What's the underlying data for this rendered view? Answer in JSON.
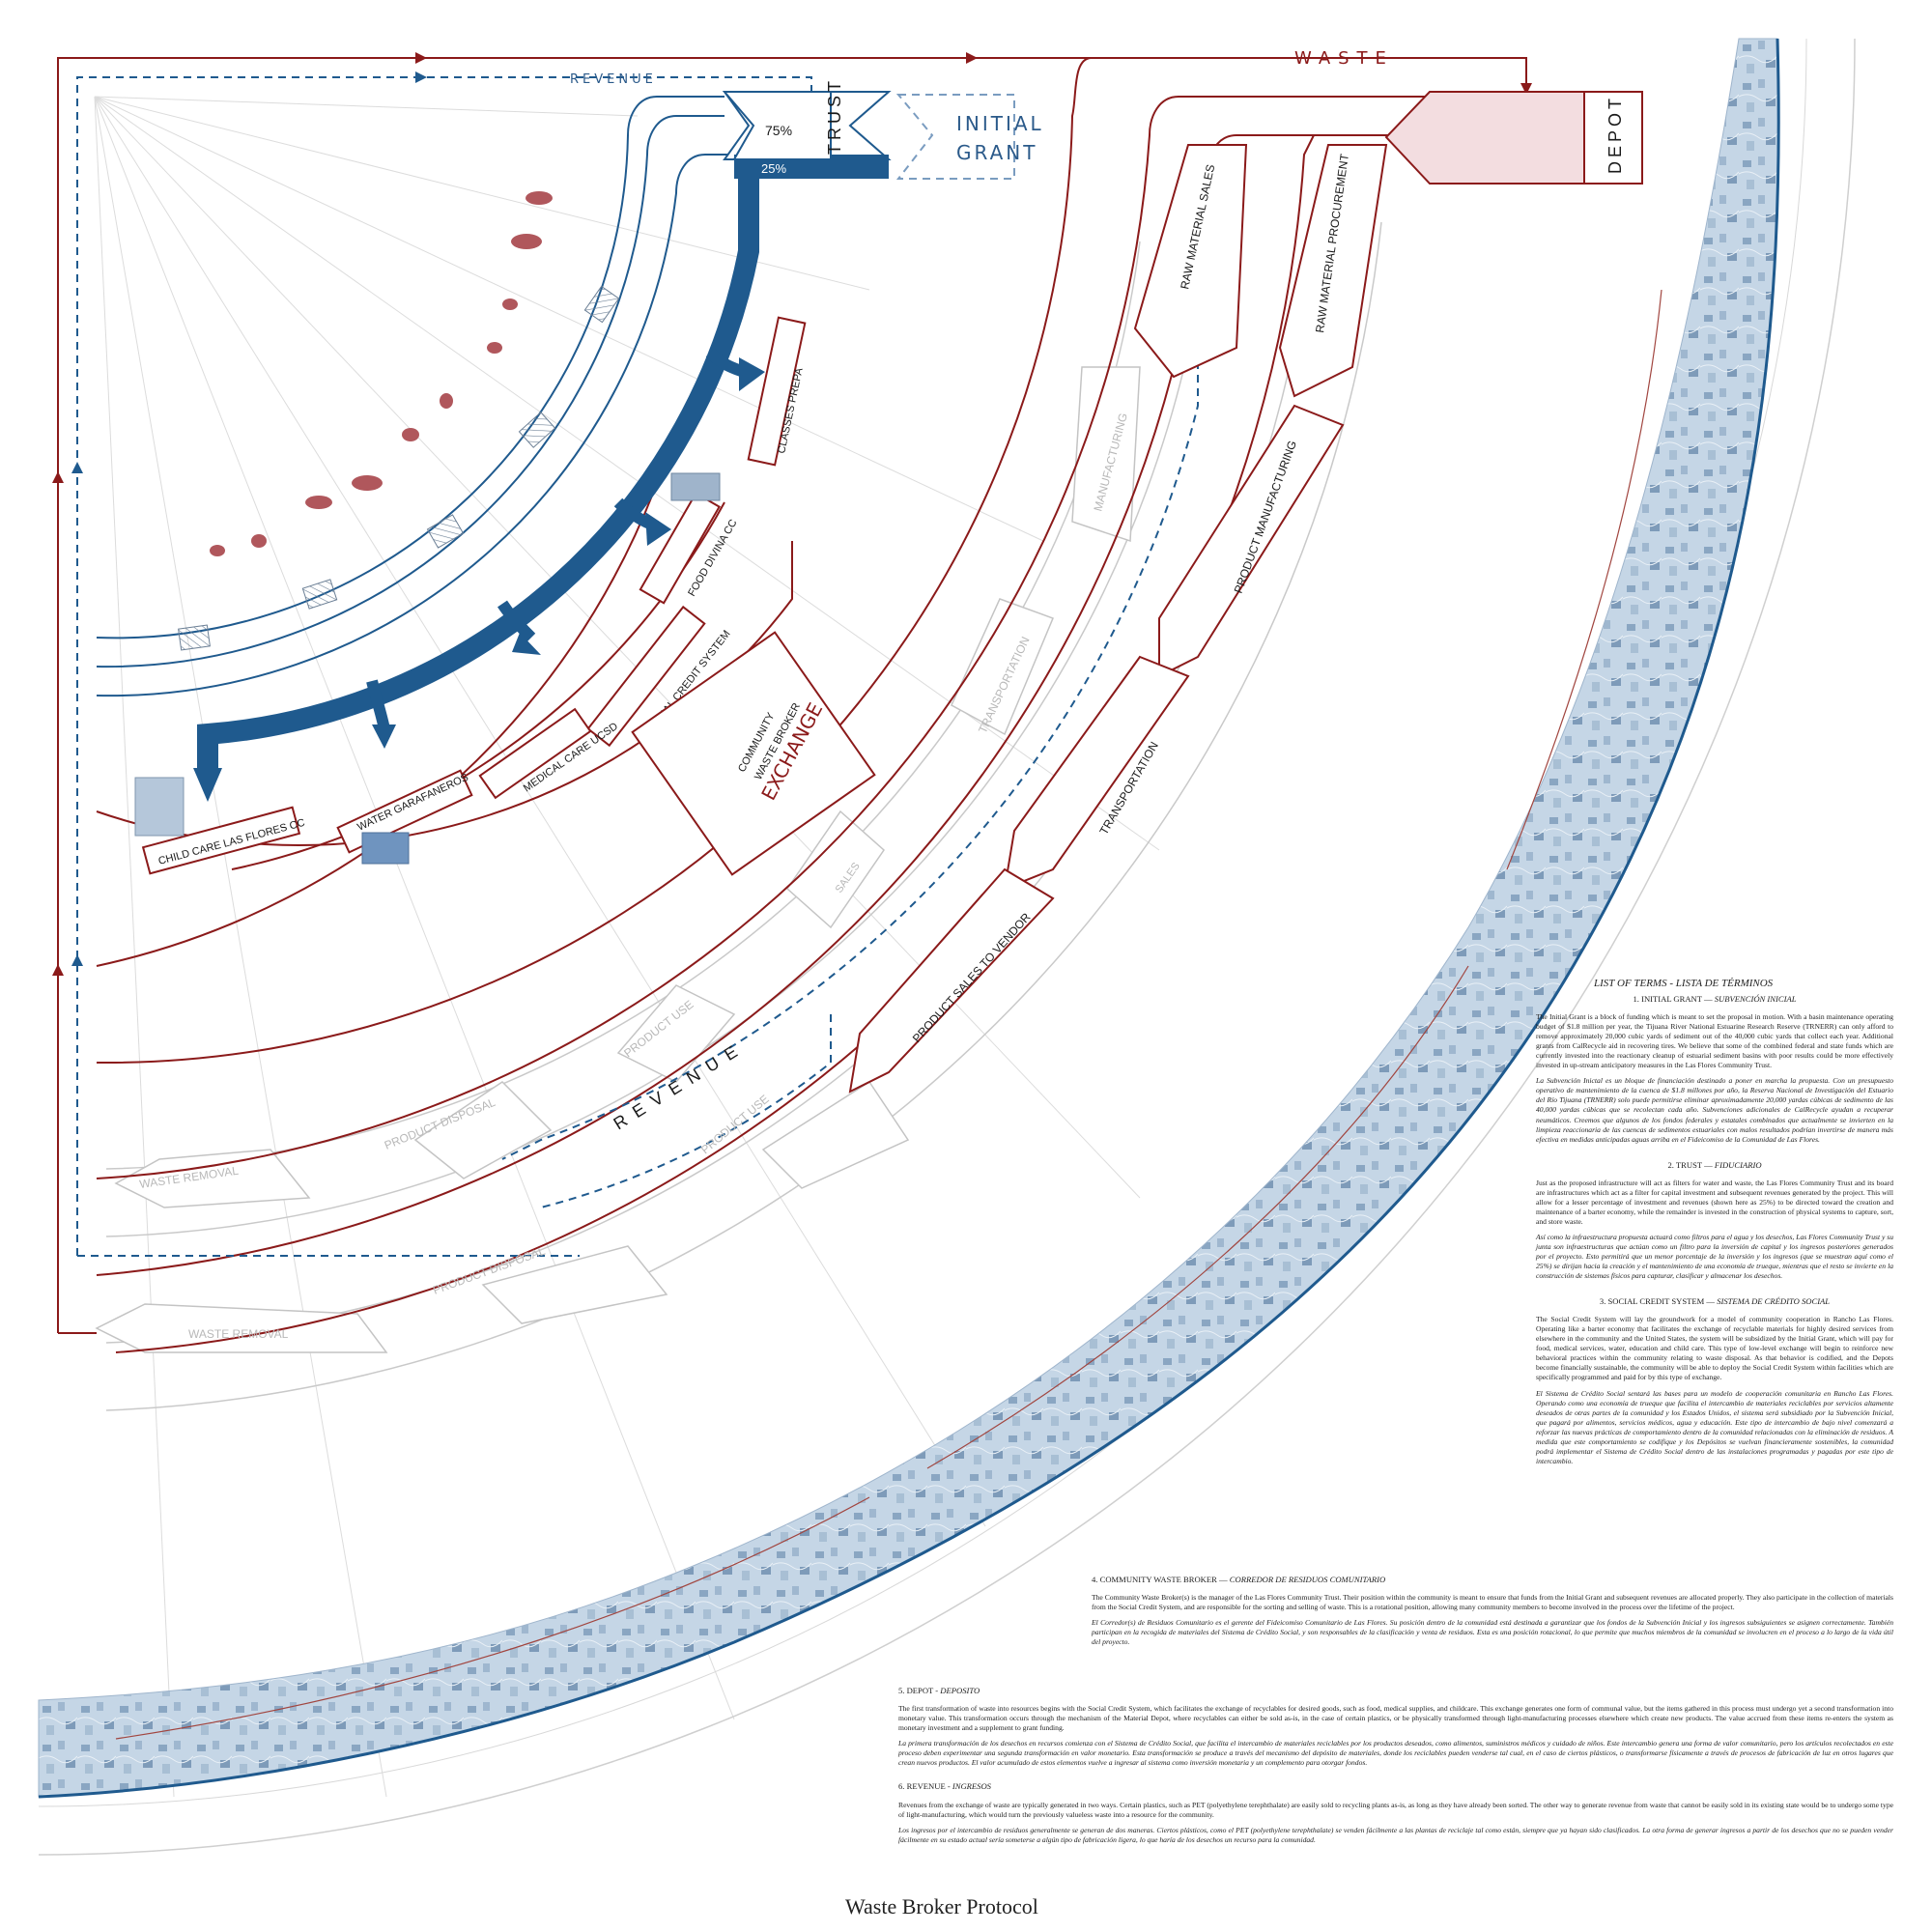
{
  "labels": {
    "waste_top": "WASTE",
    "revenue_top": "REVENUE",
    "revenue_mid": "REVENUE",
    "trust": "TRUST",
    "pct_75": "75%",
    "pct_25": "25%",
    "initial_grant_1": "INITIAL",
    "initial_grant_2": "GRANT",
    "depot": "DEPOT",
    "raw_material_sales": "RAW MATERIAL SALES",
    "raw_material_procurement": "RAW MATERIAL PROCUREMENT",
    "product_manufacturing": "PRODUCT MANUFACTURING",
    "transportation": "TRANSPORTATION",
    "product_sales_to_vendor": "PRODUCT SALES TO VENDOR",
    "manufacturing": "MANUFACTURING",
    "transportation_grey": "TRANSPORTATION",
    "sales": "SALES",
    "product_use_1": "PRODUCT USE",
    "product_disposal_1": "PRODUCT DISPOSAL",
    "waste_removal_1": "WASTE REMOVAL",
    "product_use_2": "PRODUCT USE",
    "product_disposal_2": "PRODUCT DISPOSAL",
    "waste_removal_2": "WASTE REMOVAL",
    "classes_prepa": "CLASSES PREPA",
    "food_divina": "FOOD DIVINA CC",
    "social_credit": "SOCIAL CREDIT SYSTEM",
    "medical_care": "MEDICAL CARE UCSD",
    "water_garafaneros": "WATER GARAFANEROS",
    "child_care": "CHILD CARE LAS FLORES CC",
    "exchange_1": "COMMUNITY",
    "exchange_2": "WASTE BROKER",
    "exchange_3": "EXCHANGE"
  },
  "terms": {
    "list_title": "LIST OF TERMS - LISTA DE TÉRMINOS",
    "t1_head": "1. INITIAL GRANT —",
    "t1_head_es": "SUBVENCIÓN INICIAL",
    "t1_en": "The Initial Grant is a block of funding which is meant to set the proposal in motion. With a basin maintenance operating budget of $1.8 million per year, the Tijuana River National Estuarine Research Reserve (TRNERR) can only afford to remove approximately 20,000 cubic yards of sediment out of the 40,000 cubic yards that collect each year. Additional grants from CalRecycle aid in recovering tires. We believe that some of the combined federal and state funds which are currently invested into the reactionary cleanup of estuarial sediment basins with poor results could be more effectively invested in up-stream anticipatory measures in the Las Flores Community Trust.",
    "t1_es": "La Subvención Inictal es un bloque de financiación destinado a poner en marcha la propuesta. Con un presupuesto operativo de mantenimiento de la cuenca de $1.8 millones por año, la Reserva Nacional de Investigación del Estuario del Río Tijuana (TRNERR) solo puede permitirse eliminar aproximadamente 20,000 yardas cúbicas de sedimento de las 40,000 yardas cúbicas que se recolectan cada año. Subvenciones adicionales de CalRecycle ayudan a recuperar neumáticos. Creemos que algunos de los fondos federales y estatales combinados que actualmente se invierten en la limpieza reaccionaria de las cuencas de sedimentos estuariales con malos resultados podrían invertirse de manera más efectiva en medidas anticipadas aguas arriba en el Fideicomiso de la Comunidad de Las Flores.",
    "t2_head": "2. TRUST —",
    "t2_head_es": "FIDUCIARIO",
    "t2_en": "Just as the proposed infrastructure will act as filters for water and waste, the Las Flores Community Trust and its board are infrastructures which act as a filter for capital investment and subsequent revenues generated by the project. This will allow for a lesser percentage of investment and revenues (shown here as 25%) to be directed toward the creation and maintenance of a barter economy, while the remainder is invested in the construction of physical systems to capture, sort, and store waste.",
    "t2_es": "Así como la infraestructura propuesta actuará como filtros para el agua y los desechos, Las Flores Community Trust y su junta son infraestructuras que actúan como un filtro para la inversión de capital y los ingresos posteriores generados por el proyecto. Esto permitirá que un menor porcentaje de la inversión y los ingresos (que se muestran aquí como el 25%) se dirijan hacia la creación y el mantenimiento de una economía de trueque, mientras que el resto se invierte en la construcción de sistemas físicos para capturar, clasificar y almacenar los desechos.",
    "t3_head": "3. SOCIAL CREDIT SYSTEM —",
    "t3_head_es": "SISTEMA DE CRÉDITO SOCIAL",
    "t3_en": "The Social Credit System will lay the groundwork for a model of community cooperation in Rancho Las Flores. Operating like a barter economy that facilitates the exchange of recyclable materials for highly desired services from elsewhere in the community and the United States, the system will be subsidized by the Initial Grant, which will pay for food, medical services, water, education and child care. This type of low-level exchange will begin to reinforce new behavioral practices within the community relating to waste disposal. As that behavior is codified, and the Depots become financially sustainable, the community will be able to deploy the Social Credit System within facilities which are specifically programmed and paid for by this type of exchange.",
    "t3_es": "El Sistema de Crédito Social sentará las bases para un modelo de cooperación comunitaria en Rancho Las Flores. Operando como una economía de trueque que facilita el intercambio de materiales reciclables por servicios altamente deseados de otras partes de la comunidad y los Estados Unidos, el sistema será subsidiado por la Subvención Inicial, que pagará por alimentos, servicios médicos, agua y educación. Este tipo de intercambio de bajo nivel comenzará a reforzar las nuevas prácticas de comportamiento dentro de la comunidad relacionadas con la eliminación de residuos. A medida que este comportamiento se codifique y los Depósitos se vuelvan financieramente sostenibles, la comunidad podrá implementar el Sistema de Crédito Social dentro de las instalaciones programadas y pagadas por este tipo de intercambio.",
    "t4_head": "4. COMMUNITY WASTE BROKER —",
    "t4_head_es": "CORREDOR DE RESIDUOS COMUNITARIO",
    "t4_en": "The Community Waste Broker(s) is the manager of the Las Flores Community Trust. Their position within the community is meant to ensure that funds from the Initial Grant and subsequent revenues are allocated properly. They also participate in the collection of materials from the Social Credit System, and are responsible for the sorting and selling of waste. This is a rotational position, allowing many community members to become involved in the process over the lifetime of the project.",
    "t4_es": "El Corredor(s) de Residuos Comunitario es el gerente del Fideicomiso Comunitario de Las Flores. Su posición dentro de la comunidad está destinada a garantizar que los fondos de la Subvención Inicial y los ingresos subsiguientes se asignen correctamente. También participan en la recogida de materiales del Sistema de Crédito Social, y son responsables de la clasificación y venta de residuos. Esta es una posición rotacional, lo que permite que muchos miembros de la comunidad se involucren en el proceso a lo largo de la vida útil del proyecto.",
    "t5_head": "5. DEPOT -",
    "t5_head_es": "DEPOSITO",
    "t5_en": "The first transformation of waste into resources begins with the Social Credit System, which facilitates the exchange of recyclables for desired goods, such as food, medical supplies, and childcare. This exchange generates one form of communal value, but the items gathered in this process must undergo yet a second transformation into monetary value. This transformation occurs through the mechanism of the Material Depot, where recyclables can either be sold as-is, in the case of certain plastics, or be physically transformed through light-manufacturing processes elsewhere which create new products. The value accrued from these items re-enters the system as monetary investment and a supplement to grant funding.",
    "t5_es": "La primera transformación de los desechos en recursos comienza con el Sistema de Crédito Social, que facilita el intercambio de materiales reciclables por los productos deseados, como alimentos, suministros médicos y cuidado de niños. Este intercambio genera una forma de valor comunitario, pero los artículos recolectados en este proceso deben experimentar una segunda transformación en valor monetario. Esta transformación se produce a través del mecanismo del depósito de materiales, donde los reciclables pueden venderse tal cual, en el caso de ciertos plásticos, o transformarse físicamente a través de procesos de fabricación de luz en otros lugares que crean nuevos productos. El valor acumulado de estos elementos vuelve a ingresar al sistema como inversión monetaria y un complemento para otorgar fondos.",
    "t6_head": "6. REVENUE -",
    "t6_head_es": "INGRESOS",
    "t6_en": "Revenues from the exchange of waste are typically generated in two ways. Certain plastics, such as PET (polyethylene terephthalate) are easily sold to recycling plants as-is, as long as they have already been sorted. The other way to generate revenue from waste that cannot be easily sold in its existing state would be to undergo some type of light-manufacturing, which would turn the previously valueless waste into a resource for the community.",
    "t6_es": "Los ingresos por el intercambio de residuos generalmente se generan de dos maneras. Ciertos plásticos, como el PET (polyethylene terephthalate) se venden fácilmente a las plantas de reciclaje tal como están, siempre que ya hayan sido clasificados. La otra forma de generar ingresos a partir de los desechos que no se pueden vender fácilmente en su estado actual sería someterse a algún tipo de fabricación ligera, lo que haría de los desechos un recurso para la comunidad."
  },
  "title": "Waste Broker Protocol",
  "colors": {
    "red": "#8b1a1a",
    "blue": "#1f5a8e",
    "grey": "#c8c8c8",
    "terrain": "#b9cde0"
  }
}
